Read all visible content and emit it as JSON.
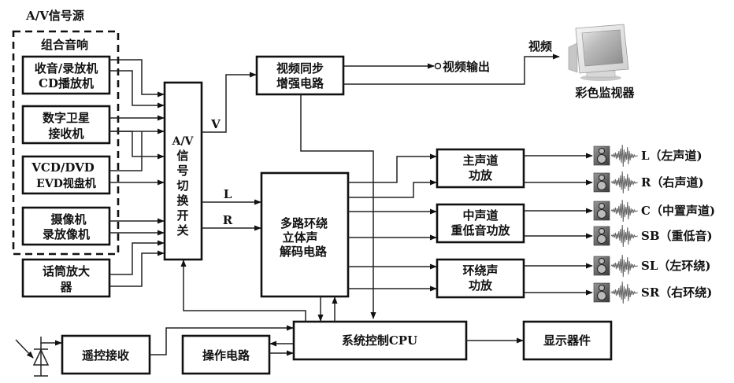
{
  "diagram": {
    "source_group_title": "A/V信号源",
    "combo_audio_title": "组合音响",
    "sources": [
      {
        "id": "radio-cd",
        "lines": [
          "收音/录放机",
          "CD播放机"
        ]
      },
      {
        "id": "satellite",
        "lines": [
          "数字卫星",
          "接收机"
        ]
      },
      {
        "id": "vcd-dvd",
        "lines": [
          "VCD/DVD",
          "EVD视盘机"
        ]
      },
      {
        "id": "camera",
        "lines": [
          "摄像机",
          "录放像机"
        ]
      },
      {
        "id": "mic-amp",
        "lines": [
          "话筒放大",
          "器"
        ]
      }
    ],
    "switch": {
      "lines": [
        "A/V",
        "信",
        "号",
        "切",
        "换",
        "开",
        "关"
      ]
    },
    "signal_labels": {
      "video": "V",
      "left": "L",
      "right": "R"
    },
    "video_enhance": {
      "lines": [
        "视频同步",
        "增强电路"
      ]
    },
    "video_output_label": "视频输出",
    "monitor_input_label": "视频",
    "monitor_label": "彩色监视器",
    "decoder": {
      "lines": [
        "多路环绕",
        "立体声",
        "解码电路"
      ]
    },
    "amplifiers": [
      {
        "id": "main",
        "lines": [
          "主声道",
          "功放"
        ]
      },
      {
        "id": "center-sub",
        "lines": [
          "中声道",
          "重低音功放"
        ]
      },
      {
        "id": "surround",
        "lines": [
          "环绕声",
          "功放"
        ]
      }
    ],
    "speakers": [
      {
        "channel": "L",
        "label": "L（左声道)"
      },
      {
        "channel": "R",
        "label": "R（右声道)"
      },
      {
        "channel": "C",
        "label": "C（中置声道)"
      },
      {
        "channel": "SB",
        "label": "SB（重低音)"
      },
      {
        "channel": "SL",
        "label": "SL（左环绕)"
      },
      {
        "channel": "SR",
        "label": "SR（右环绕)"
      }
    ],
    "remote_receiver": "遥控接收",
    "operation_circuit": "操作电路",
    "cpu": "系统控制CPU",
    "display": "显示器件",
    "icons": {
      "photodiode": "photodiode-icon",
      "speaker": "speaker-icon",
      "monitor": "crt-monitor-icon"
    }
  }
}
